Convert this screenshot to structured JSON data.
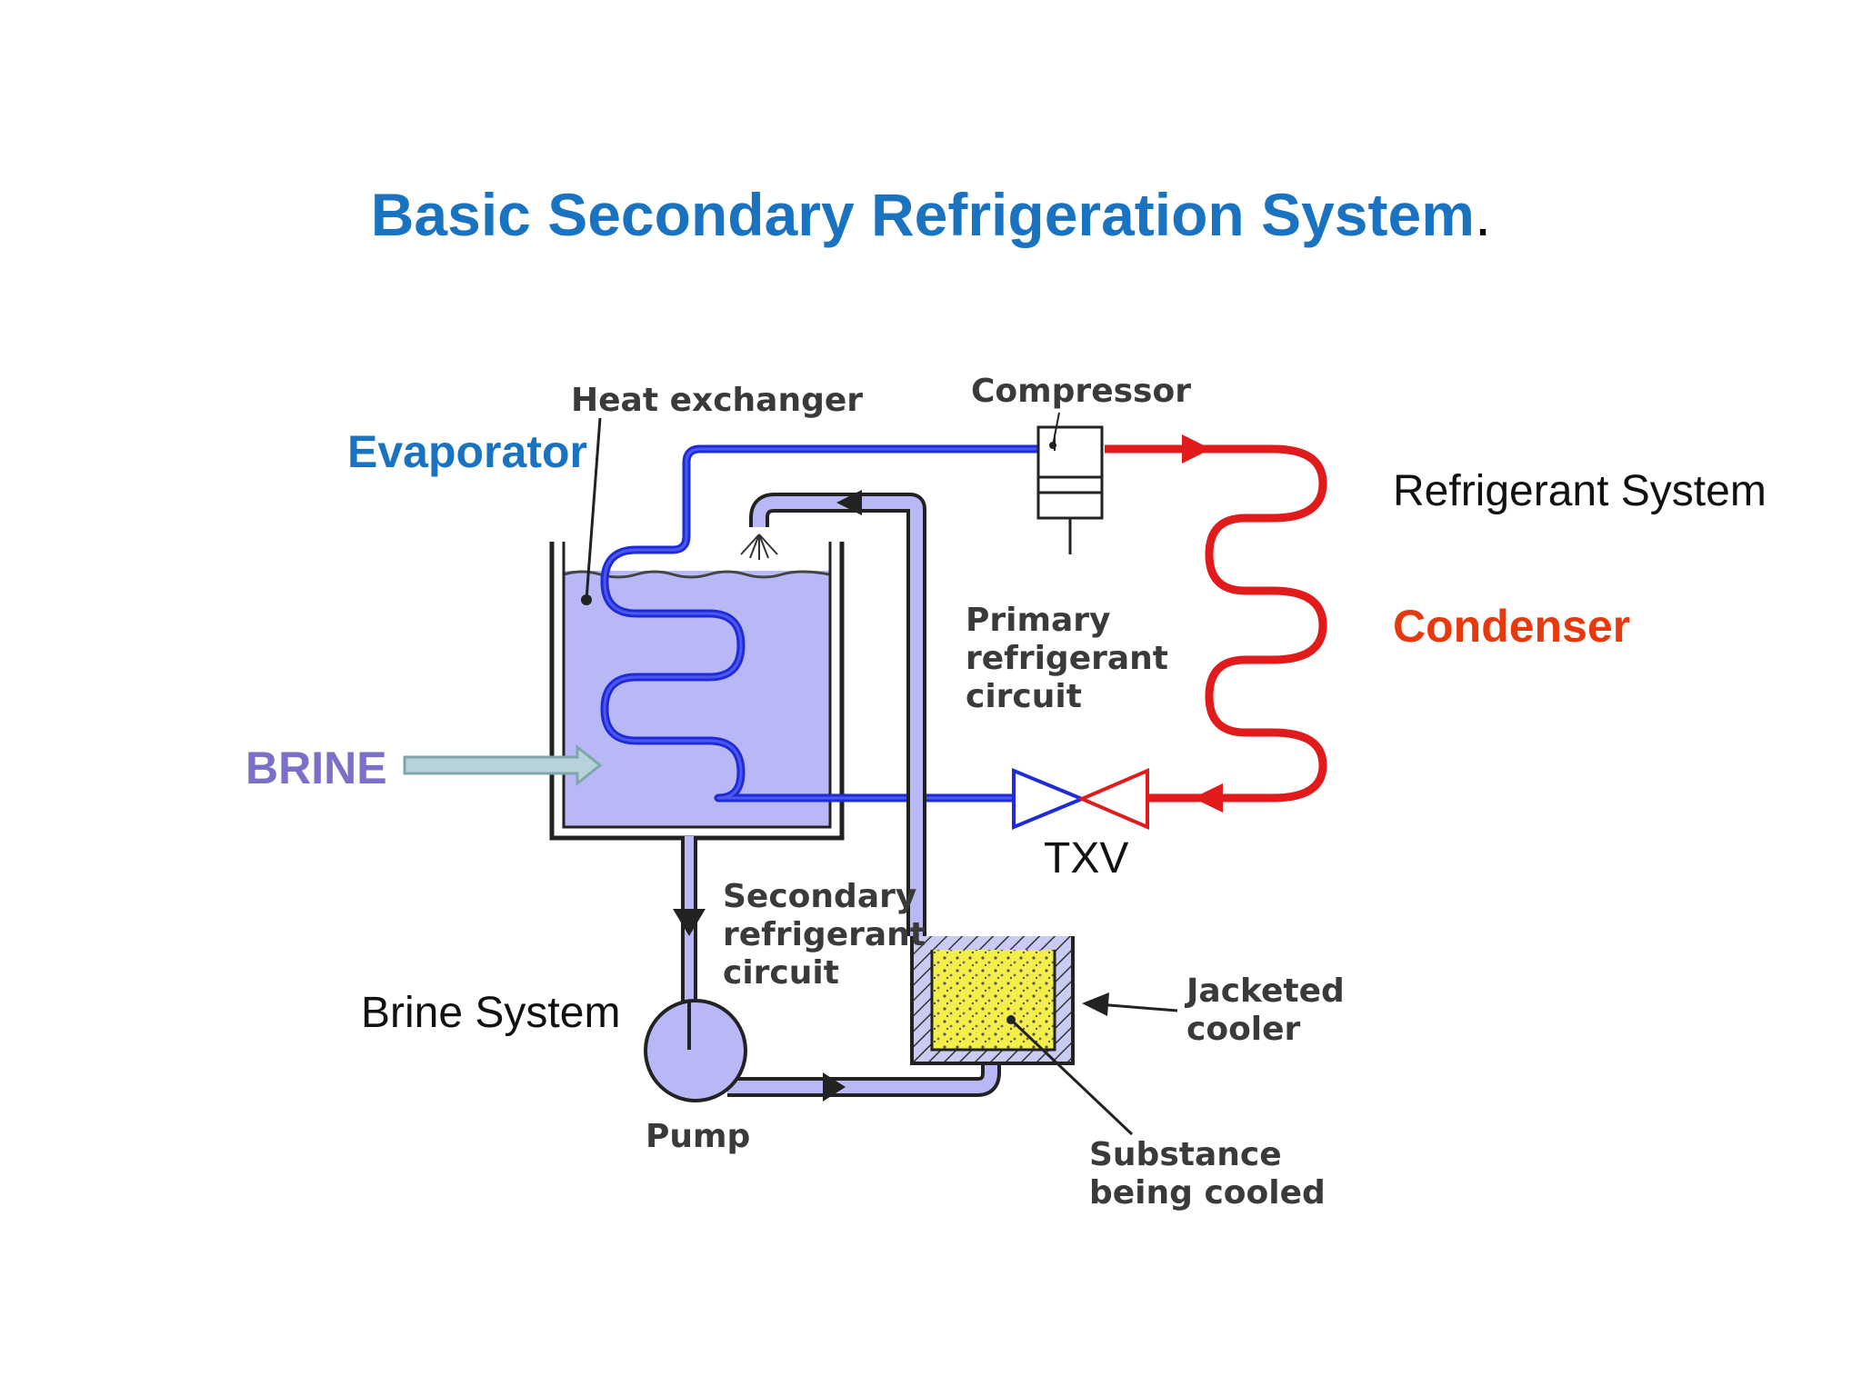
{
  "title": "Basic Secondary Refrigeration System",
  "title_suffix": ".",
  "labels": {
    "heat_exchanger": "Heat exchanger",
    "compressor": "Compressor",
    "evaporator": "Evaporator",
    "refrigerant_system": "Refrigerant System",
    "condenser": "Condenser",
    "primary_circuit": [
      "Primary",
      "refrigerant",
      "circuit"
    ],
    "brine": "BRINE",
    "txv": "TXV",
    "secondary_circuit": [
      "Secondary",
      "refrigerant",
      "circuit"
    ],
    "brine_system": "Brine System",
    "jacketed_cooler": [
      "Jacketed",
      "cooler"
    ],
    "pump": "Pump",
    "substance": [
      "Substance",
      "being cooled"
    ]
  },
  "colors": {
    "title": "#1a73c0",
    "evaporator": "#1a73c0",
    "condenser": "#e8380d",
    "brine": "#7b70c8",
    "primary_line": "#1f2bd8",
    "condenser_line": "#e11b1b",
    "brine_fluid": "#b7b8f5",
    "substance": "#f4ee4a"
  }
}
